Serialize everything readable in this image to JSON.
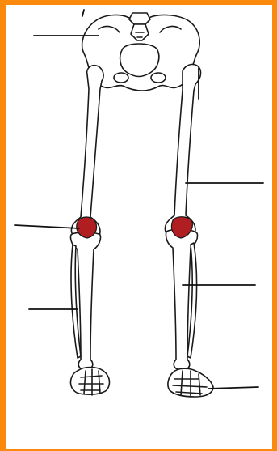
{
  "colors": {
    "border": "#F98A0E",
    "background": "#FFFFFF",
    "bone_outline": "#1A1A1A",
    "bone_fill": "#FFFFFF",
    "patella": "#B01E22",
    "leader_line": "#111111"
  },
  "labels": [
    {
      "id": "pelvis-line",
      "text": ""
    },
    {
      "id": "femur-line",
      "text": ""
    },
    {
      "id": "patella-line",
      "text": ""
    },
    {
      "id": "fibula-line",
      "text": ""
    },
    {
      "id": "tibia-line",
      "text": ""
    },
    {
      "id": "foot-line",
      "text": ""
    }
  ]
}
